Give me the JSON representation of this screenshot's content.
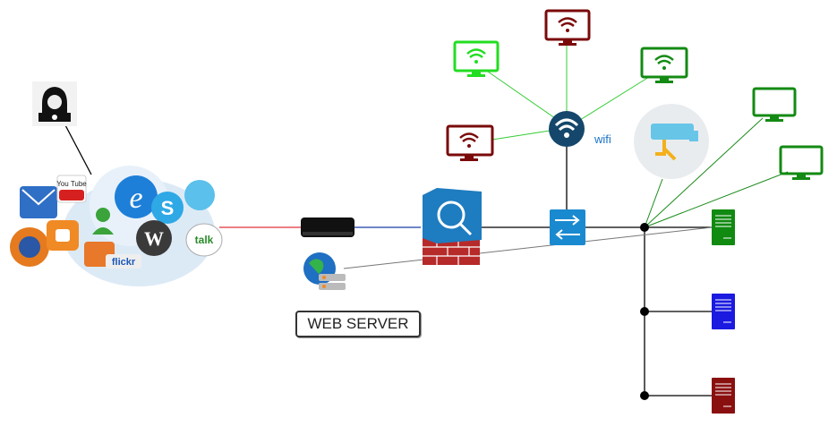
{
  "labels": {
    "web_server": "WEB SERVER",
    "wifi": "wifi"
  },
  "internet_cloud": {
    "badges": [
      "You Tube",
      "e",
      "S",
      "flickr",
      "talk"
    ]
  },
  "colors": {
    "line_internet": "#e0303a",
    "line_modem": "#1b3fa8",
    "line_lan": "#000000",
    "line_wifi": "#33cc33",
    "line_green": "#1a8a1a",
    "line_grey": "#777777",
    "monitor_green_bright": "#22dd22",
    "monitor_green": "#138a13",
    "monitor_red": "#7a0a0a",
    "server_green": "#108a10",
    "server_blue": "#1a1ae0",
    "server_red": "#8a1010",
    "wifi_hub": "#14476b",
    "switch_blue": "#1a8ad0"
  }
}
